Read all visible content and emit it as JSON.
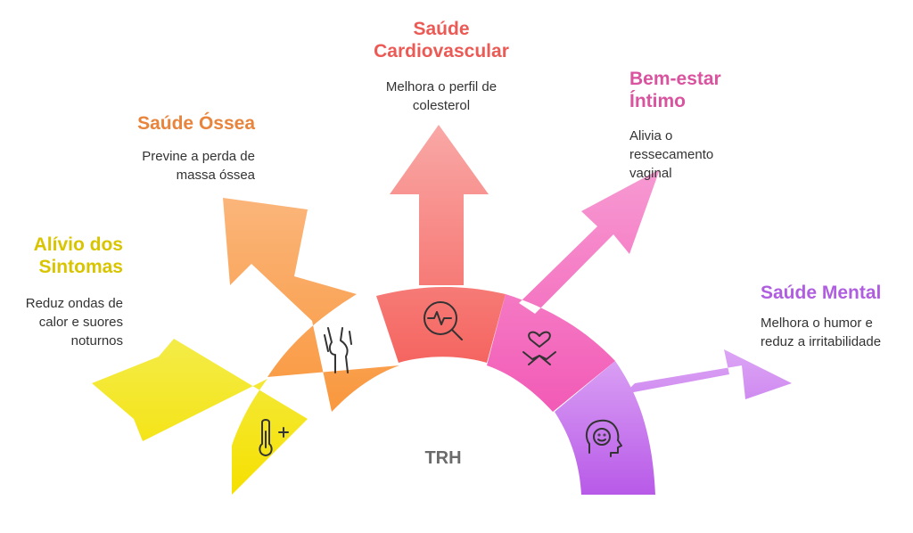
{
  "center": {
    "label": "TRH"
  },
  "branches": [
    {
      "key": "sintomas",
      "title": [
        "Alívio dos",
        "Sintomas"
      ],
      "description": [
        "Reduz ondas de",
        "calor e suores",
        "noturnos"
      ],
      "color": "#f2e21a",
      "title_color": "#d9c400",
      "icon": "thermometer-plus-icon"
    },
    {
      "key": "ossea",
      "title": [
        "Saúde Óssea"
      ],
      "description": [
        "Previne a perda de",
        "massa óssea"
      ],
      "color": "#f8a04e",
      "title_color": "#e8843c",
      "icon": "knee-joint-icon"
    },
    {
      "key": "cardio",
      "title": [
        "Saúde",
        "Cardiovascular"
      ],
      "description": [
        "Melhora o perfil de",
        "colesterol"
      ],
      "color": "#f5736e",
      "title_color": "#ec5a55",
      "icon": "heart-search-icon"
    },
    {
      "key": "intimo",
      "title": [
        "Bem-estar",
        "Íntimo"
      ],
      "description": [
        "Alivia o",
        "ressecamento",
        "vaginal"
      ],
      "color": "#f470c0",
      "title_color": "#d9539f",
      "icon": "hands-heart-icon"
    },
    {
      "key": "mental",
      "title": [
        "Saúde Mental"
      ],
      "description": [
        "Melhora o humor e",
        "reduz a irritabilidade"
      ],
      "color": "#c170ee",
      "title_color": "#b05ee0",
      "icon": "head-smile-icon"
    }
  ]
}
